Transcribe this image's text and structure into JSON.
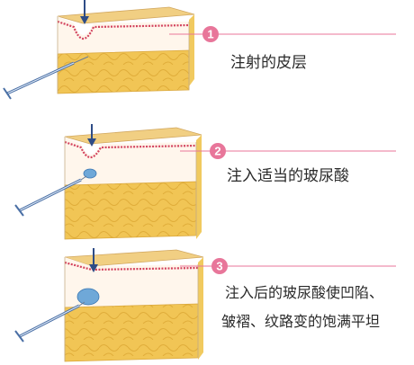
{
  "steps": [
    {
      "number": "1",
      "text": "注射的皮层"
    },
    {
      "number": "2",
      "text": "注入适当的玻尿酸"
    },
    {
      "number": "3",
      "lines": [
        "注入后的玻尿酸使凹陷、",
        "皱褶、纹路变的饱满平坦"
      ]
    }
  ],
  "colors": {
    "accent": "#e8769a",
    "skin_top": "#f1cf83",
    "dermis": "#fff6ec",
    "fat": "#f0c44e",
    "filler": "#6fa8d8",
    "needle": "#4a6fa5"
  },
  "icons": [
    "arrow-down-icon",
    "syringe-icon",
    "filler-blob-icon"
  ]
}
